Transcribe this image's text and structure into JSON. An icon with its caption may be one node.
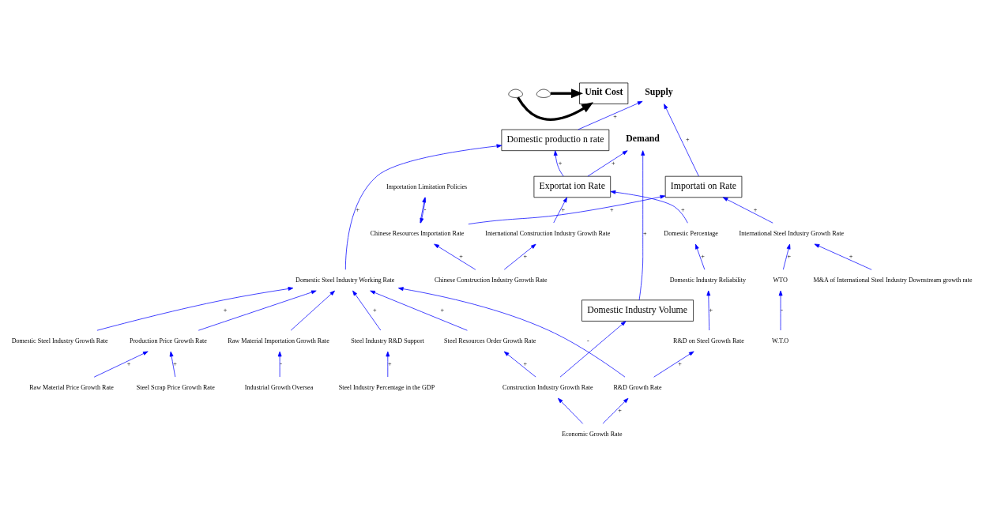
{
  "diagram": {
    "nodes": [
      {
        "text": [],
        "shape": "cloud"
      },
      {
        "text": [
          "Unit Cost"
        ]
      },
      {
        "text": [],
        "shape": "cloud"
      },
      {
        "text": [
          "Demand"
        ]
      },
      {
        "text": [
          "Supply"
        ]
      },
      {
        "text": [
          "Domestic Industry Volume"
        ]
      },
      {
        "text": [
          "Steel Industry Percentage in the GDP"
        ]
      },
      {
        "text": [
          "Domestic productio n rate"
        ]
      },
      {
        "text": [
          "Exportat ion Rate"
        ]
      },
      {
        "text": [
          "Importati on Rate"
        ]
      },
      {
        "text": [
          "W.T.O"
        ]
      },
      {
        "text": [
          "WTO"
        ]
      },
      {
        "text": [
          "Steel Industry R&D Support"
        ]
      },
      {
        "text": [
          "Chinese Resources Importation Rate"
        ]
      },
      {
        "text": [
          "International Steel Industry Growth Rate"
        ]
      },
      {
        "text": [
          "Construction Industry Growth Rate"
        ]
      },
      {
        "text": [
          "Steel Resources Order Growth Rate"
        ]
      },
      {
        "text": [
          "Domestic Steel Industry Working Rate"
        ]
      },
      {
        "text": [
          "Industrial Growth Oversea"
        ]
      },
      {
        "text": [
          "International Construction Industry Growth Rate"
        ]
      },
      {
        "text": [
          "Importation Limitation Policies"
        ]
      },
      {
        "text": [
          "Raw Material Importation Growth Rate"
        ]
      },
      {
        "text": [
          "Domestic Steel Industry Growth Rate"
        ]
      },
      {
        "text": [
          "Domestic Percentage"
        ]
      },
      {
        "text": [
          "M&A of International Steel Industry Downstream growth rate"
        ]
      },
      {
        "text": [
          "Economic Growth Rate"
        ]
      },
      {
        "text": [
          "Production Price Growth Rate"
        ]
      },
      {
        "text": [
          "Chinese Construction Industry Growth Rate"
        ]
      },
      {
        "text": [
          "Raw Material Price Growth Rate"
        ]
      },
      {
        "text": [
          "R&D Growth Rate"
        ]
      },
      {
        "text": [
          "Steel Scrap Price Growth Rate"
        ]
      },
      {
        "text": [
          "Domestic Industry Reliability"
        ]
      },
      {
        "text": [
          "R&D on Steel Growth Rate"
        ]
      }
    ],
    "edges": [
      {
        "from": 0,
        "to": 1,
        "arrow": "to",
        "style": "thick",
        "color": "#000000"
      },
      {
        "from": 2,
        "to": 1,
        "arrow": "to",
        "style": "thick",
        "color": "#000000"
      },
      {
        "from": 5,
        "to": 3,
        "arrow": "to",
        "label": "+"
      },
      {
        "from": 8,
        "to": 3,
        "arrow": "to",
        "label": "+"
      },
      {
        "from": 7,
        "to": 4,
        "arrow": "to",
        "label": "+"
      },
      {
        "from": 9,
        "to": 4,
        "arrow": "to",
        "label": "+"
      },
      {
        "from": 6,
        "to": 12,
        "arrow": "to",
        "label": "+"
      },
      {
        "from": 12,
        "to": 17,
        "arrow": "to",
        "label": "+"
      },
      {
        "from": 17,
        "to": 7,
        "arrow": "to",
        "label": "+"
      },
      {
        "from": 8,
        "to": 7,
        "arrow": "to",
        "label": "+"
      },
      {
        "from": 10,
        "to": 11,
        "arrow": "to",
        "label": "-"
      },
      {
        "from": 11,
        "to": 14,
        "arrow": "to",
        "label": "+"
      },
      {
        "from": 14,
        "to": 9,
        "arrow": "to",
        "label": "+"
      },
      {
        "from": 13,
        "to": 9,
        "arrow": "to",
        "label": "+"
      },
      {
        "from": 13,
        "to": 20,
        "arrow": "to"
      },
      {
        "from": 27,
        "to": 13,
        "arrow": "to",
        "label": "+"
      },
      {
        "from": 20,
        "to": 13,
        "arrow": "to",
        "label": "-"
      },
      {
        "from": 27,
        "to": 19,
        "arrow": "to",
        "label": "+"
      },
      {
        "from": 19,
        "to": 8,
        "arrow": "to",
        "label": "+"
      },
      {
        "from": 23,
        "to": 8,
        "arrow": "to",
        "label": "+"
      },
      {
        "from": 31,
        "to": 23,
        "arrow": "to",
        "label": "+"
      },
      {
        "from": 32,
        "to": 31,
        "arrow": "to",
        "label": "+"
      },
      {
        "from": 29,
        "to": 32,
        "arrow": "to",
        "label": "+"
      },
      {
        "from": 25,
        "to": 29,
        "arrow": "to",
        "label": "+"
      },
      {
        "from": 25,
        "to": 15,
        "arrow": "to"
      },
      {
        "from": 15,
        "to": 5,
        "arrow": "to"
      },
      {
        "from": 15,
        "to": 16,
        "arrow": "to",
        "label": "+"
      },
      {
        "from": 16,
        "to": 17,
        "arrow": "to",
        "label": "+"
      },
      {
        "from": 22,
        "to": 17,
        "arrow": "to",
        "label": "+"
      },
      {
        "from": 29,
        "to": 17,
        "arrow": "to",
        "label": "-"
      },
      {
        "from": 26,
        "to": 17,
        "arrow": "to"
      },
      {
        "from": 21,
        "to": 17,
        "arrow": "to"
      },
      {
        "from": 18,
        "to": 21,
        "arrow": "to",
        "label": "-"
      },
      {
        "from": 30,
        "to": 26,
        "arrow": "to",
        "label": "+"
      },
      {
        "from": 28,
        "to": 26,
        "arrow": "to",
        "label": "+"
      },
      {
        "from": 24,
        "to": 14,
        "arrow": "to",
        "label": "+"
      }
    ]
  }
}
